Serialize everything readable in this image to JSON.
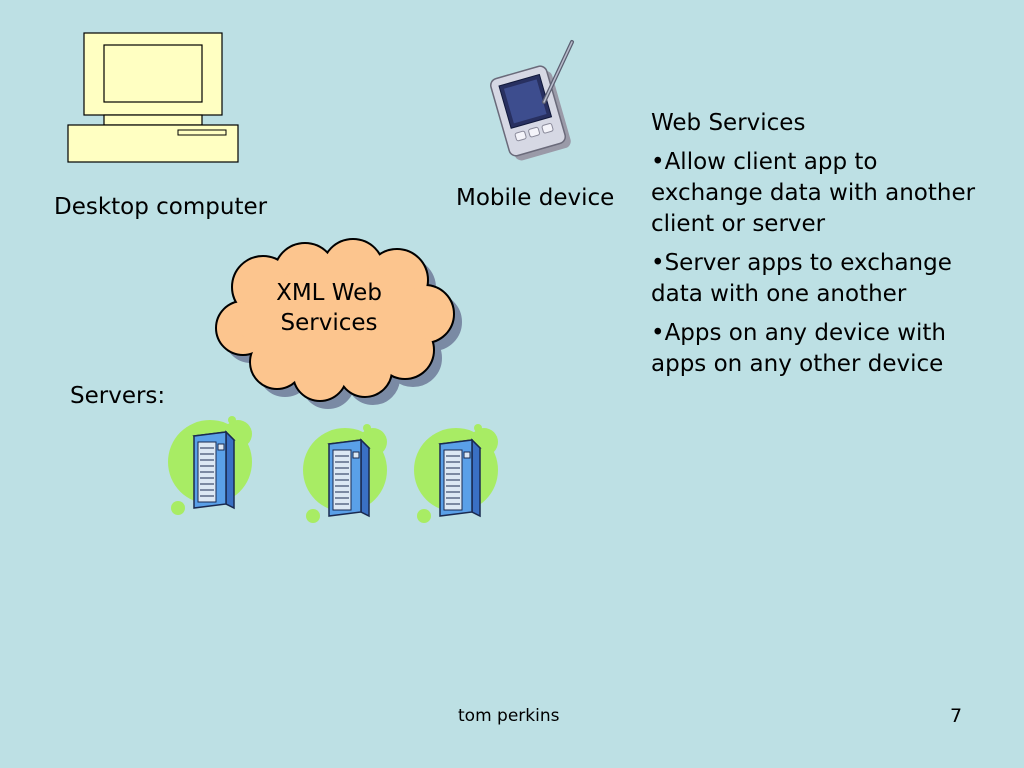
{
  "slide": {
    "background": "#bde0e4",
    "labels": {
      "desktop": "Desktop computer",
      "mobile": "Mobile device",
      "servers": "Servers:"
    },
    "cloud": {
      "line1": "XML Web",
      "line2": "Services",
      "fill": "#fcc58e"
    },
    "web_services": {
      "heading": "Web Services",
      "items": [
        "•Allow client app to exchange data with another client or server",
        "•Server apps to exchange data with one another",
        "•Apps on any device with apps on any other device"
      ]
    },
    "footer": {
      "author": "tom perkins",
      "page_number": "7"
    },
    "icons": {
      "desktop": "desktop-computer-icon",
      "mobile": "pda-stylus-icon",
      "cloud": "cloud-shape",
      "server": "server-tower-icon"
    }
  }
}
